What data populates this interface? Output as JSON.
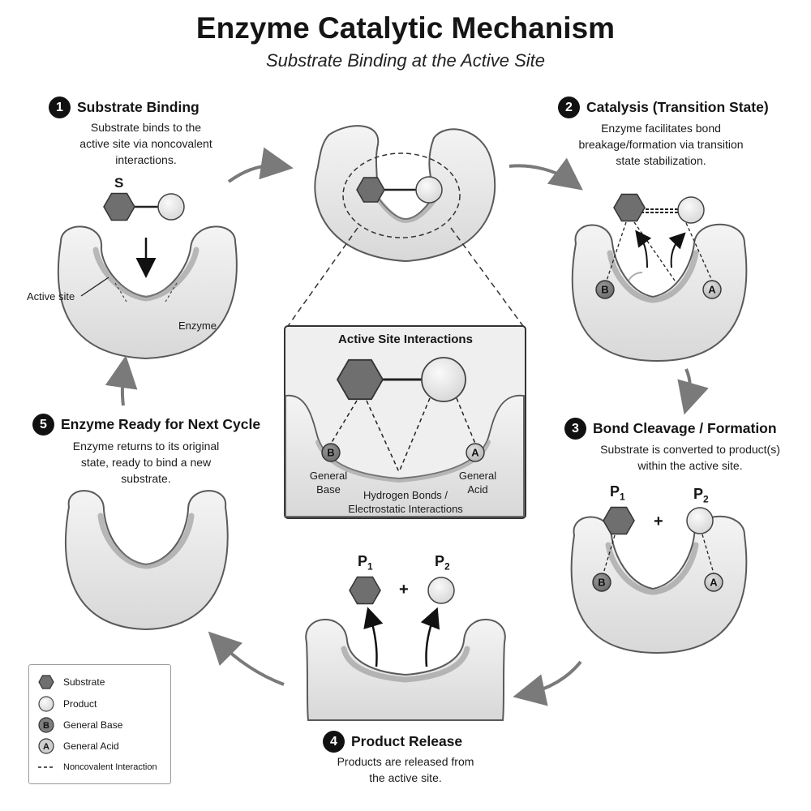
{
  "header": {
    "title": "Enzyme Catalytic Mechanism",
    "subtitle": "Substrate Binding at the Active Site"
  },
  "steps": [
    {
      "number": "1",
      "title": "Substrate Binding",
      "description": [
        "Substrate binds to the",
        "active site via noncovalent",
        "interactions."
      ]
    },
    {
      "number": "2",
      "title": "Catalysis (Transition State)",
      "description": [
        "Enzyme facilitates bond",
        "breakage/formation via transition",
        "state stabilization."
      ]
    },
    {
      "number": "3",
      "title": "Bond Cleavage / Formation",
      "description": [
        "Substrate is converted to product(s)",
        "within the active site."
      ]
    },
    {
      "number": "4",
      "title": "Product Release",
      "description": [
        "Products are released from",
        "the active site."
      ]
    },
    {
      "number": "5",
      "title": "Enzyme Ready for Next Cycle",
      "description": [
        "Enzyme returns to its original",
        "state, ready to bind a new",
        "substrate."
      ]
    }
  ],
  "labels": {
    "substrate_s": "S",
    "active_site": "Active site",
    "enzyme": "Enzyme",
    "p1": "P",
    "p2": "P",
    "p1_sub": "1",
    "p2_sub": "2",
    "plus": "+",
    "base_marker": "B",
    "acid_marker": "A"
  },
  "inset": {
    "title": "Active Site Interactions",
    "general_base": [
      "General",
      "Base"
    ],
    "general_acid": [
      "General",
      "Acid"
    ],
    "bonds": [
      "Hydrogen Bonds /",
      "Electrostatic Interactions"
    ]
  },
  "legend": {
    "items": [
      {
        "icon": "hexagon-icon",
        "label": "Substrate"
      },
      {
        "icon": "circle-icon",
        "label": "Product"
      },
      {
        "icon": "base-marker-icon",
        "marker": "B",
        "label": "General Base"
      },
      {
        "icon": "acid-marker-icon",
        "marker": "A",
        "label": "General Acid"
      },
      {
        "icon": "dashed-line-icon",
        "label": "Noncovalent Interaction"
      }
    ]
  },
  "colors": {
    "enzyme_fill": "#e6e6e6",
    "enzyme_stroke": "#5a5a5a",
    "substrate": "#6f6f6f",
    "product": "#e9e9e9",
    "arrow": "#7a7a7a",
    "inset_bg": "#efefef"
  }
}
